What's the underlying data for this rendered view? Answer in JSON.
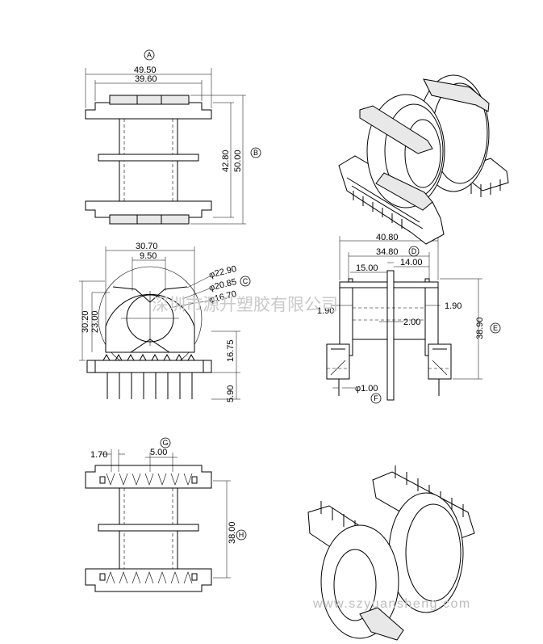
{
  "labels": {
    "A": "A",
    "B": "B",
    "C": "C",
    "D": "D",
    "E": "E",
    "F": "F",
    "G": "G",
    "H": "H"
  },
  "dims": {
    "top_width_outer": "49.50",
    "top_width_inner": "39.60",
    "top_h_inner": "42.80",
    "top_h_outer": "50.00",
    "front_w": "30.70",
    "front_w_small": "9.50",
    "dia_1": "φ22.90",
    "dia_2": "φ20.85",
    "dia_3": "φ16.70",
    "front_h_outer": "30.20",
    "front_h_inner": "23.00",
    "front_h_right": "16.75",
    "pin_len": "5.90",
    "side_w_outer": "40.80",
    "side_w_inner": "34.80",
    "side_left": "15.00",
    "side_right": "14.00",
    "side_wall_l": "1.90",
    "side_wall_r": "1.90",
    "side_wall_c": "2.00",
    "side_h": "38.90",
    "pin_dia": "φ1.00",
    "bot_pitch_small": "1.70",
    "bot_pitch": "5.00",
    "bot_h": "38.00"
  },
  "watermark": {
    "company": "深圳市源升塑胶有限公司",
    "url": "www.szyuansheng.com"
  }
}
